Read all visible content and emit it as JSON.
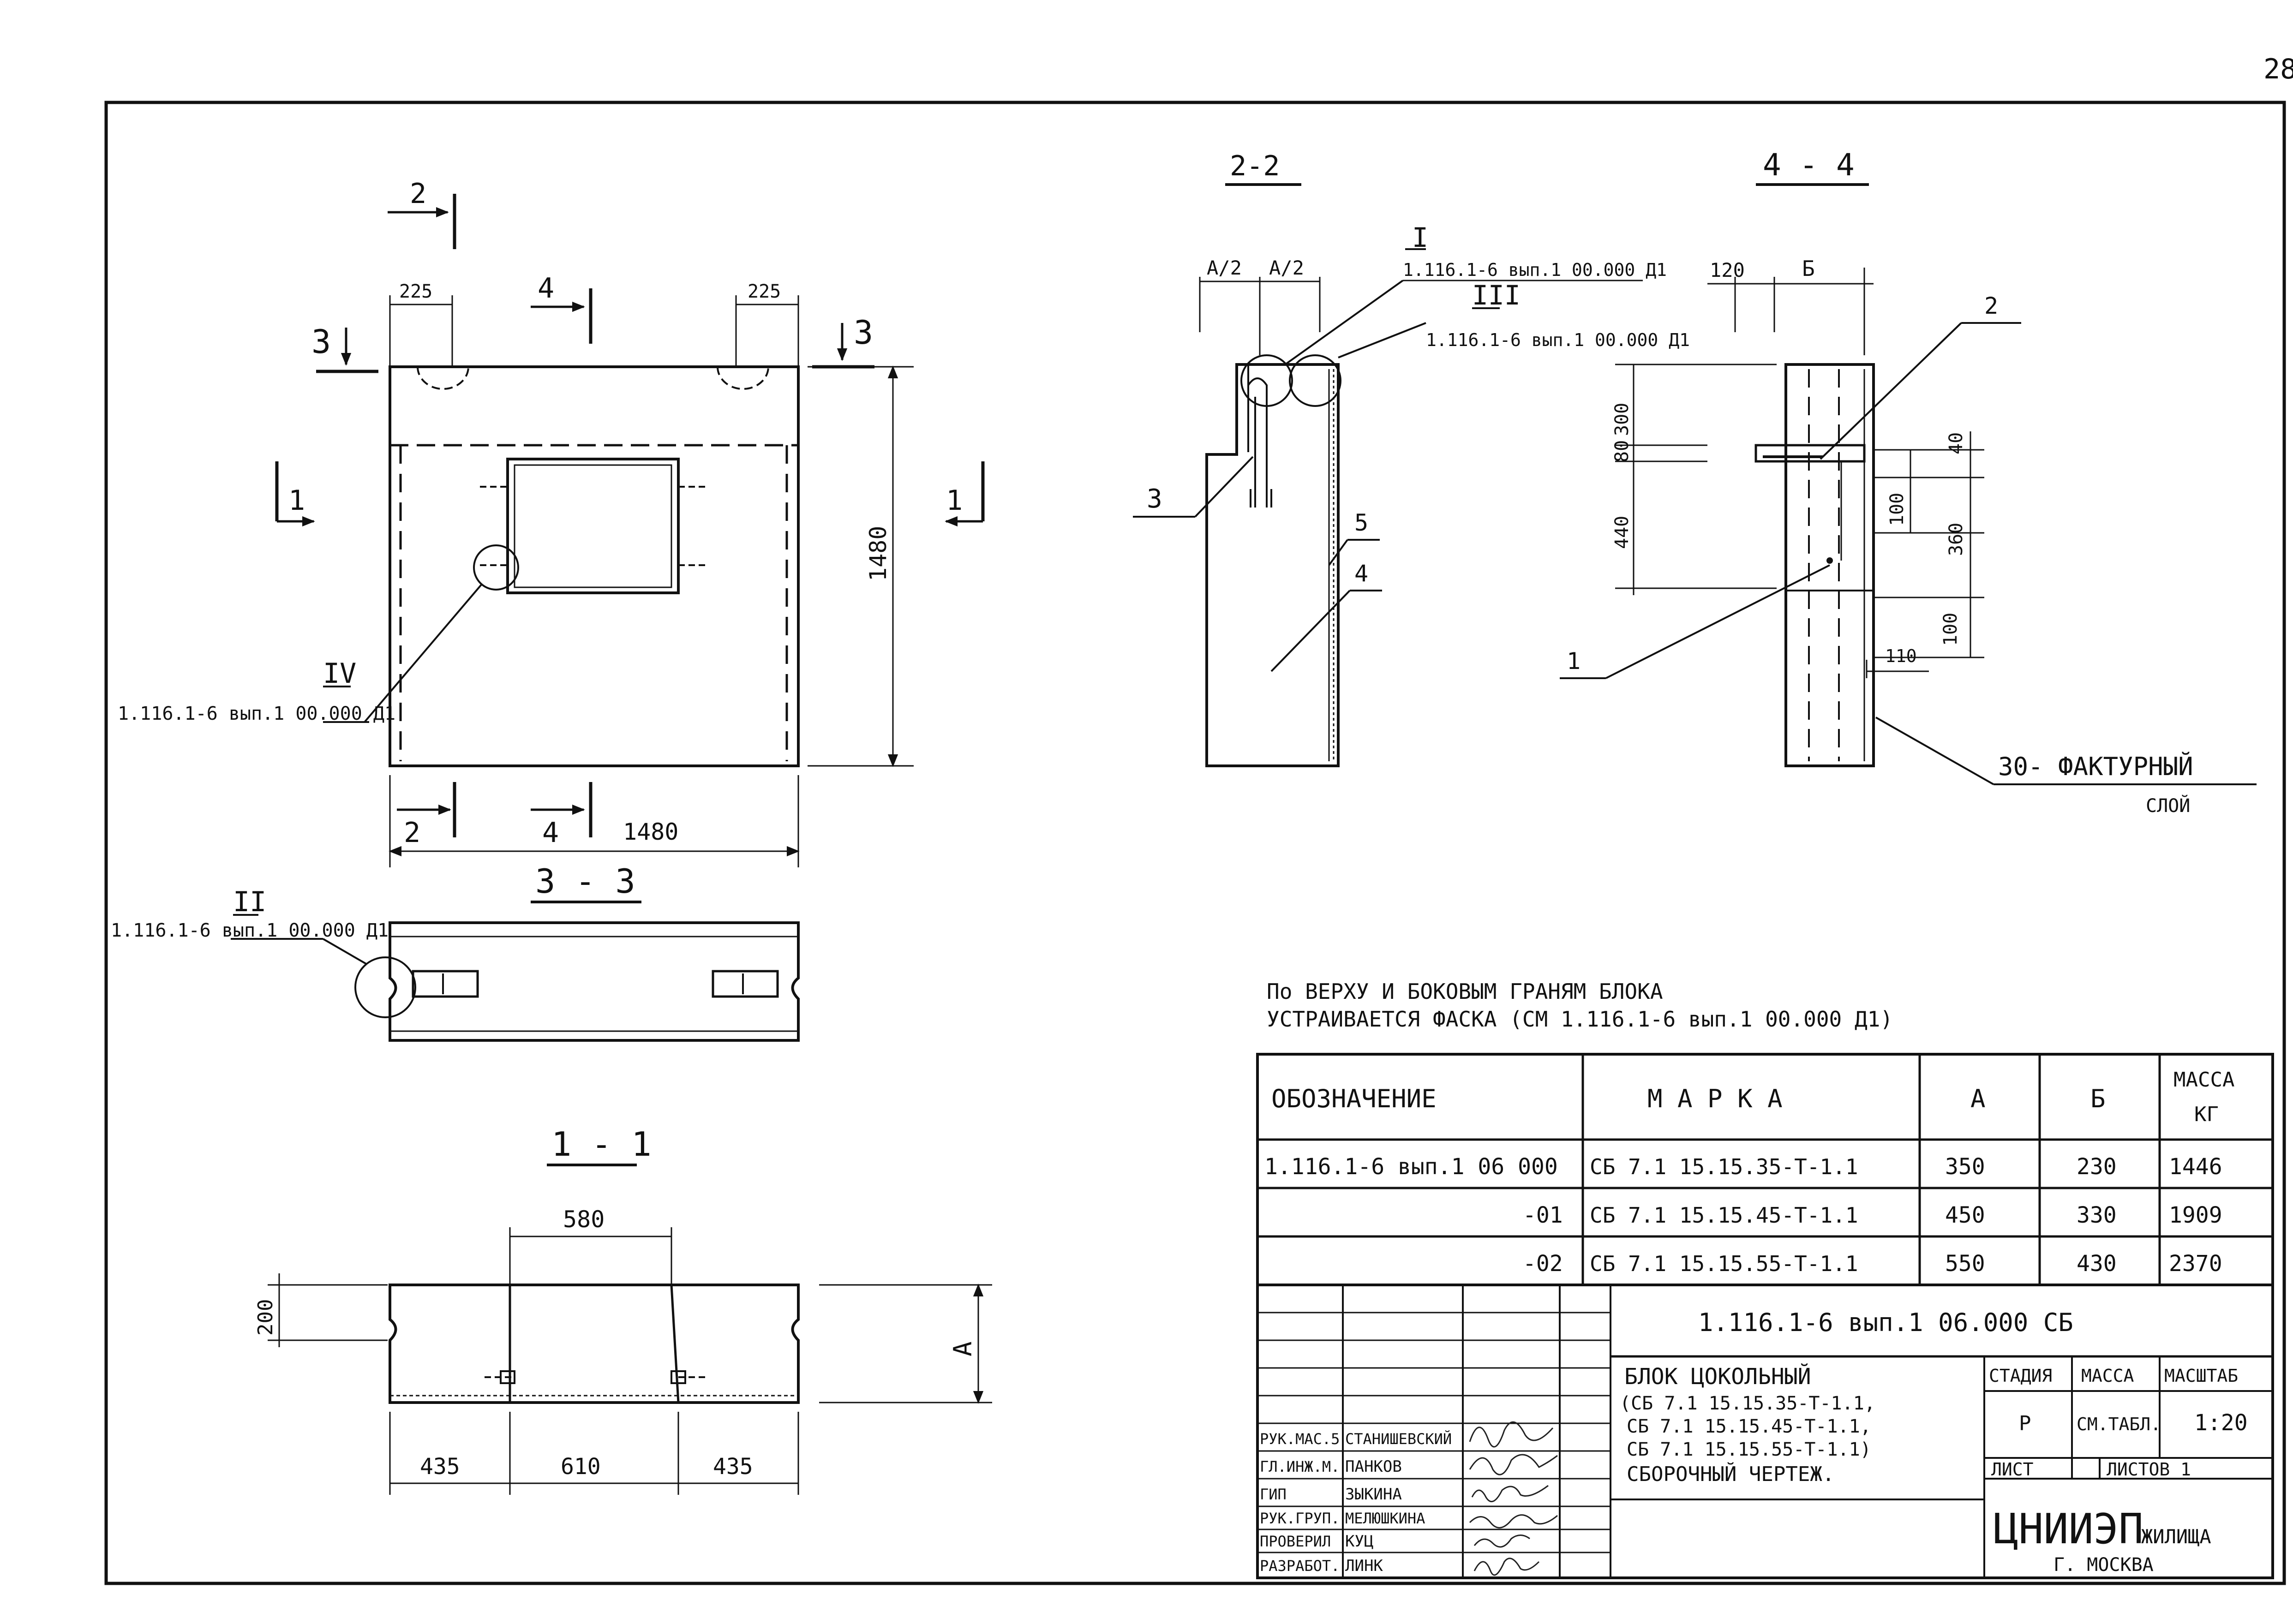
{
  "page_number": "28",
  "views": {
    "sec_2_2": "2-2",
    "sec_4_4": "4 - 4",
    "sec_3_3": "3 - 3",
    "sec_1_1": "1 - 1"
  },
  "cut_marks": {
    "c2": "2",
    "c4": "4",
    "c3": "3",
    "c1": "1"
  },
  "front_view": {
    "dim_225": "225",
    "dim_1480_w": "1480",
    "dim_1480_h": "1480",
    "node_IV": "IV",
    "ref_IV": "1.116.1-6 вып.1 00.000 Д1"
  },
  "section_2_2": {
    "dim_a_half": "А/2",
    "node_I": "I",
    "ref_I": "1.116.1-6 вып.1 00.000 Д1",
    "node_III": "III",
    "ref_III": "1.116.1-6 вып.1 00.000 Д1",
    "lbl_3": "3",
    "lbl_5": "5",
    "lbl_4": "4"
  },
  "section_4_4": {
    "dim_120": "120",
    "dim_b": "Б",
    "dim_300": "300",
    "dim_80": "80",
    "dim_440": "440",
    "dim_40": "40",
    "dim_100": "100",
    "dim_360": "360",
    "dim_110": "110",
    "lbl_2": "2",
    "lbl_1": "1",
    "note_layer": "30- ФАКТУРНЫЙ",
    "note_layer2": "СЛОЙ"
  },
  "section_3_3": {
    "node_II": "II",
    "ref_II": "1.116.1-6 вып.1 00.000 Д1"
  },
  "section_1_1": {
    "dim_580": "580",
    "dim_200": "200",
    "dim_a": "А",
    "dim_435": "435",
    "dim_610": "610"
  },
  "note": {
    "line1": "По ВЕРХУ И БОКОВЫМ ГРАНЯМ БЛОКА",
    "line2": "УСТРАИВАЕТСЯ ФАСКА (СМ 1.116.1-6 вып.1 00.000 Д1)"
  },
  "spec_table": {
    "headers": [
      "ОБОЗНАЧЕНИЕ",
      "М А Р К А",
      "А",
      "Б",
      "МАССА",
      "КГ"
    ],
    "rows": [
      [
        "1.116.1-6 вып.1 06 000",
        "СБ 7.1 15.15.35-Т-1.1",
        "350",
        "230",
        "1446"
      ],
      [
        "-01",
        "СБ 7.1 15.15.45-Т-1.1",
        "450",
        "330",
        "1909"
      ],
      [
        "-02",
        "СБ 7.1 15.15.55-Т-1.1",
        "550",
        "430",
        "2370"
      ]
    ]
  },
  "title_block": {
    "doc_code": "1.116.1-6 вып.1 06.000 СБ",
    "title_l1": "БЛОК ЦОКОЛЬНЫЙ",
    "title_l2": "(СБ 7.1 15.15.35-Т-1.1,",
    "title_l3": "СБ 7.1 15.15.45-Т-1.1,",
    "title_l4": "СБ 7.1 15.15.55-Т-1.1)",
    "title_l5": "СБОРОЧНЫЙ ЧЕРТЕЖ.",
    "stage_h": "СТАДИЯ",
    "mass_h": "МАССА",
    "scale_h": "МАСШТАБ",
    "stage_v": "Р",
    "mass_v": "СМ.ТАБЛ.",
    "scale_v": "1:20",
    "sheet_h": "ЛИСТ",
    "sheets_h": "ЛИСТОВ 1",
    "org_main": "ЦНИИЭП",
    "org_sub": "ЖИЛИЩА",
    "org_city": "Г. МОСКВА",
    "people": [
      [
        "РУК.МАС.5",
        "СТАНИШЕВСКИЙ"
      ],
      [
        "ГЛ.ИНЖ.М.",
        "ПАНКОВ"
      ],
      [
        "ГИП",
        "ЗЫКИНА"
      ],
      [
        "РУК.ГРУП.",
        "МЕЛЮШКИНА"
      ],
      [
        "ПРОВЕРИЛ",
        "КУЦ"
      ],
      [
        "РАЗРАБОТ.",
        "ЛИНК"
      ]
    ]
  }
}
